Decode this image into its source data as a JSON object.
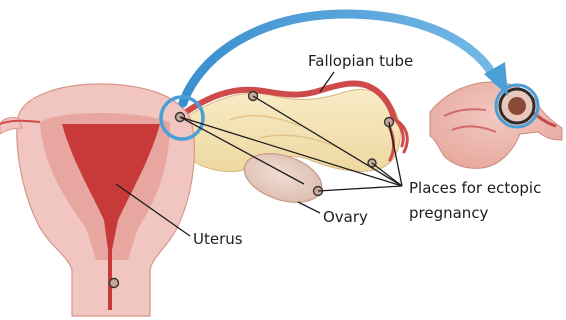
{
  "labels": {
    "fallopian_tube": "Fallopian tube",
    "ectopic_line1": "Places for ectopic",
    "ectopic_line2": "pregnancy",
    "ovary": "Ovary",
    "uterus": "Uterus"
  },
  "colors": {
    "uterus_outer": "#f2c6c0",
    "uterus_wall": "#e7a7a0",
    "uterus_cavity": "#c83a3a",
    "tube_tissue": "#f6e3b5",
    "tube_red": "#cf4b4b",
    "ovary": "#e9cfc4",
    "arrow_blue": "#4aa0d6",
    "text": "#1e1e1e"
  }
}
